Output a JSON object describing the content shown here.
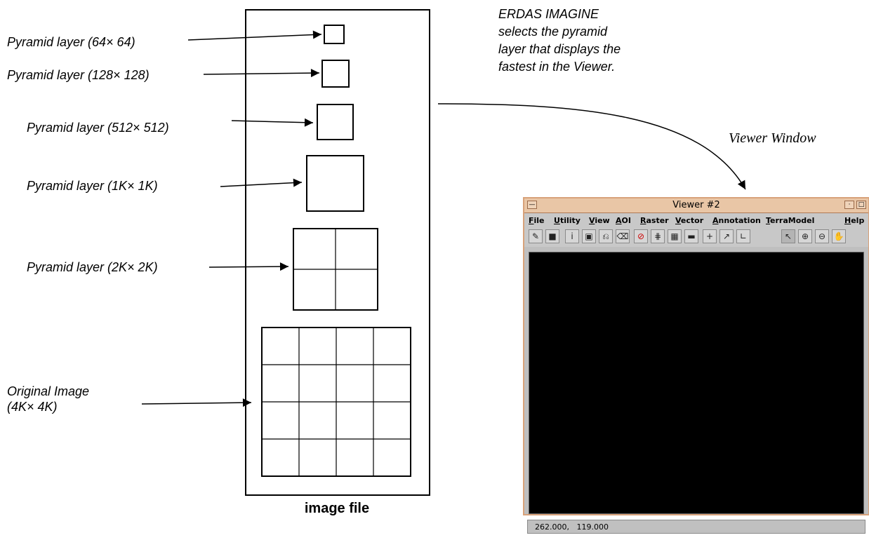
{
  "layers": [
    {
      "label": "Pyramid layer (64× 64)"
    },
    {
      "label": "Pyramid layer (128× 128)"
    },
    {
      "label": "Pyramid layer (512× 512)"
    },
    {
      "label": "Pyramid layer (1K× 1K)"
    },
    {
      "label": "Pyramid layer (2K× 2K)"
    }
  ],
  "original": {
    "line1": "Original Image",
    "line2": "(4K× 4K)"
  },
  "file_caption": "image file",
  "note": [
    "ERDAS IMAGINE",
    "selects the pyramid",
    "layer that displays the",
    "fastest in the Viewer."
  ],
  "viewer_label": "Viewer Window",
  "viewer": {
    "title": "Viewer #2",
    "menu": [
      "File",
      "Utility",
      "View",
      "AOI",
      "Raster",
      "Vector",
      "Annotation",
      "TerraModel",
      "Help"
    ],
    "tools": [
      "open-icon",
      "folder-icon",
      "info-icon",
      "save-icon",
      "print-icon",
      "eraser-icon",
      "clear-icon",
      "zoom-in-fit-icon",
      "fit-icon",
      "ruler-icon",
      "crosshair-icon",
      "hammer-icon",
      "profile-icon",
      "pointer-icon",
      "zoom-in-icon",
      "zoom-out-icon",
      "pan-icon"
    ],
    "status": "262.000,   119.000"
  }
}
